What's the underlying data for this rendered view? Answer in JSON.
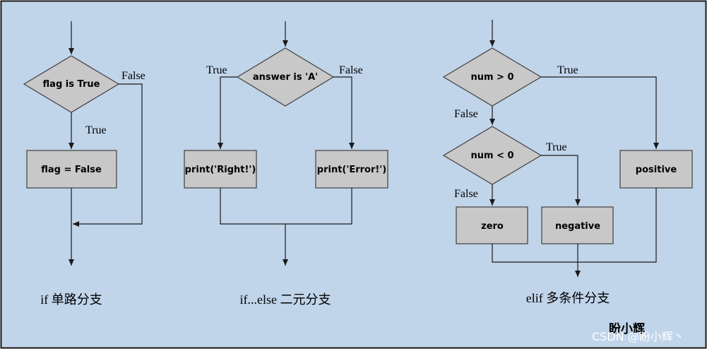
{
  "colors": {
    "background": "#c0d4ea",
    "border": "#1a1a1a",
    "shape_fill": "#c8c8c8",
    "shape_stroke": "#404040",
    "line": "#1a1a1a"
  },
  "flowcharts": [
    {
      "caption": "if 单路分支",
      "nodes": {
        "condition": "flag is True",
        "action": "flag = False"
      },
      "edges": {
        "true_label": "True",
        "false_label": "False"
      }
    },
    {
      "caption": "if...else 二元分支",
      "nodes": {
        "condition": "answer is 'A'",
        "true_action": "print('Right!')",
        "false_action": "print('Error!')"
      },
      "edges": {
        "true_label": "True",
        "false_label": "False"
      }
    },
    {
      "caption": "elif 多条件分支",
      "nodes": {
        "condition_1": "num > 0",
        "condition_2": "num < 0",
        "zero": "zero",
        "negative": "negative",
        "positive": "positive"
      },
      "edges": {
        "true_1": "True",
        "false_1": "False",
        "true_2": "True",
        "false_2": "False"
      }
    }
  ],
  "signature": "盼小辉",
  "watermark": "CSDN @盼小辉丶"
}
